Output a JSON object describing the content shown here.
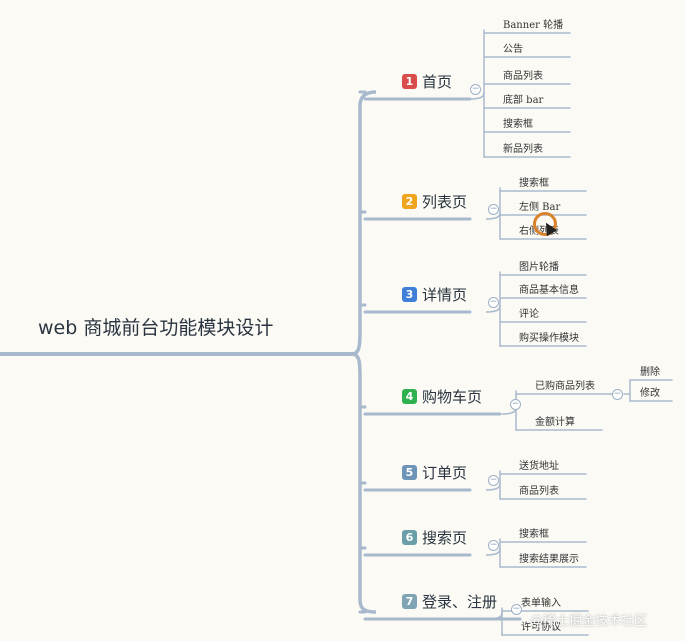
{
  "root": {
    "title": "web 商城前台功能模块设计"
  },
  "colors": {
    "connector": "#a9b9cd",
    "background": "#fbfaf5"
  },
  "branches": [
    {
      "num": "1",
      "label": "首页",
      "badge_color": "#d94c4c",
      "children": [
        {
          "label": "Banner 轮播"
        },
        {
          "label": "公告"
        },
        {
          "label": "商品列表"
        },
        {
          "label": "底部 bar"
        },
        {
          "label": "搜索框"
        },
        {
          "label": "新品列表"
        }
      ]
    },
    {
      "num": "2",
      "label": "列表页",
      "badge_color": "#f0a51e",
      "children": [
        {
          "label": "搜索框"
        },
        {
          "label": "左侧 Bar"
        },
        {
          "label": "右侧列表"
        }
      ]
    },
    {
      "num": "3",
      "label": "详情页",
      "badge_color": "#3f7fd8",
      "children": [
        {
          "label": "图片轮播"
        },
        {
          "label": "商品基本信息"
        },
        {
          "label": "评论"
        },
        {
          "label": "购买操作模块"
        }
      ]
    },
    {
      "num": "4",
      "label": "购物车页",
      "badge_color": "#2fb14f",
      "children": [
        {
          "label": "已购商品列表",
          "children": [
            {
              "label": "删除"
            },
            {
              "label": "修改"
            }
          ]
        },
        {
          "label": "金额计算"
        }
      ]
    },
    {
      "num": "5",
      "label": "订单页",
      "badge_color": "#6e94b8",
      "children": [
        {
          "label": "送货地址"
        },
        {
          "label": "商品列表"
        }
      ]
    },
    {
      "num": "6",
      "label": "搜索页",
      "badge_color": "#6a9fa8",
      "children": [
        {
          "label": "搜索框"
        },
        {
          "label": "搜索结果展示"
        }
      ]
    },
    {
      "num": "7",
      "label": "登录、注册",
      "badge_color": "#7fa5b5",
      "children": [
        {
          "label": "表单输入"
        },
        {
          "label": "许可协议"
        }
      ]
    }
  ],
  "watermark": "@稀土掘金技术社区"
}
